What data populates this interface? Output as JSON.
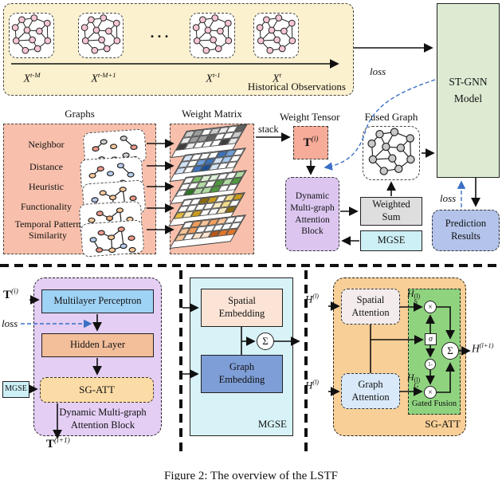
{
  "labels": {
    "loss": "loss",
    "stack": "stack"
  },
  "top": {
    "snapshots": [
      {
        "base": "X",
        "sup": "t-M"
      },
      {
        "base": "X",
        "sup": "t-M+1"
      },
      {
        "base": "X",
        "sup": "t-1"
      },
      {
        "base": "X",
        "sup": "t"
      }
    ],
    "dots": ". . .",
    "caption": "Historical Observations"
  },
  "stgnn": {
    "label": "ST-GNN Model"
  },
  "graphs": {
    "title": "Graphs",
    "items": [
      "Neighbor",
      "Distance",
      "Heuristic",
      "Functionality",
      "Temporal Pattern Similarity"
    ]
  },
  "weight_matrix": {
    "title": "Weight Matrix"
  },
  "weight_tensor": {
    "title": "Weight Tensor",
    "symbol": {
      "base": "T",
      "sup": "(i)"
    }
  },
  "dmab": {
    "label": "Dynamic Multi-graph Attention Block"
  },
  "weighted_sum": {
    "label": "Weighted Sum"
  },
  "mgse_top": {
    "label": "MGSE"
  },
  "fused_graph": {
    "title": "Fused Graph"
  },
  "prediction": {
    "label": "Prediction Results"
  },
  "bottom_left": {
    "tin": {
      "base": "T",
      "sup": "(i)"
    },
    "mlp": "Multilayer Perceptron",
    "hidden": "Hidden Layer",
    "sgatt": "SG-ATT",
    "mgse": "MGSE",
    "caption": "Dynamic Multi-graph Attention Block",
    "tout": {
      "base": "T",
      "sup": "(i+1)"
    }
  },
  "bottom_mid": {
    "spatial": "Spatial Embedding",
    "graph": "Graph Embedding",
    "sum": "Σ",
    "label": "MGSE"
  },
  "bottom_right": {
    "spatial": "Spatial Attention",
    "graph": "Graph Attention",
    "gated": "Gated Fusion",
    "label": "SG-ATT",
    "h_in": {
      "base": "H",
      "sup": "(l)"
    },
    "h_out": {
      "base": "H",
      "sup": "(l+1)"
    },
    "h_s": {
      "base": "H",
      "sup": "(l)",
      "sub": "S"
    },
    "h_g": {
      "base": "H",
      "sup": "(l)",
      "sub": "G"
    },
    "ops": {
      "times": "×",
      "sigma": "σ",
      "oneminus": "1-",
      "sum": "Σ"
    }
  },
  "figure_caption": "Figure 2: The overview of the LSTF",
  "colors": {
    "panel_cream": "#FBF1CF",
    "panel_salmon": "#F8C0AC",
    "tensor_salmon": "#F6AC99",
    "dmab_purple": "#DCC6F0",
    "dmab_big_purple": "#E4CEF4",
    "mlp_blue": "#9FD3F6",
    "hidden_orange": "#F3BE9A",
    "sgatt_orange": "#FCDCA6",
    "mgse_cyan": "#CDEFF6",
    "mgse_big_cyan": "#D8F3F8",
    "stgnn_green": "#DDEBD3",
    "fusion_green": "#8FD37F",
    "pred_blue": "#B3C3E9",
    "sum_gray": "#DEDEDE",
    "spatial_emb": "#FBE4D6",
    "graph_emb": "#7E9ED8",
    "sgatt_big_orange": "#F8CF96",
    "spatial_att": "#F4ECEC",
    "graph_att": "#D9E9F9",
    "node_pink": "#F6C6D2",
    "node_gray": "#C9C9C9",
    "loss_blue": "#3A6FC4"
  },
  "palettes": {
    "matrix": [
      [
        "#ffffff",
        "#eaeaea",
        "#cccccc",
        "#9c9c9c",
        "#606060",
        "#3d3d3d"
      ],
      [
        "#ffffff",
        "#d4e3f5",
        "#a8c8ec",
        "#6f9fd8",
        "#3c72b8",
        "#1f4f94"
      ],
      [
        "#ffffff",
        "#ddefd6",
        "#b2dba4",
        "#7fc06c",
        "#4e9a3e",
        "#2f7326"
      ],
      [
        "#ffffff",
        "#f7ecc4",
        "#f0d98a",
        "#e3bc3f",
        "#c99a1c",
        "#8a6a10"
      ],
      [
        "#ffffff",
        "#fbe3cf",
        "#f6c397",
        "#ef9d5d",
        "#e0762b",
        "#b5561a"
      ]
    ],
    "layer_nodes": [
      [
        "#cfcfcf",
        "#f7c99b",
        "#f09a8a"
      ],
      [
        "#f09a8a",
        "#f7c99b",
        "#b9cff0"
      ],
      [
        "#f7c99b",
        "#b9cff0",
        "#f09a8a"
      ],
      [
        "#f09a8a",
        "#f7c99b",
        "#f6b07d"
      ],
      [
        "#b9cff0",
        "#f7c99b",
        "#f09a8a"
      ]
    ]
  }
}
